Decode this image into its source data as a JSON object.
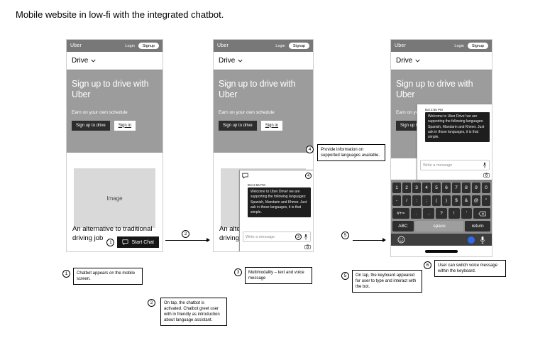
{
  "page_title": "Mobile website in low-fi with the integrated chatbot.",
  "colors": {
    "header_gray": "#787878",
    "hero_gray": "#9c9c9c",
    "bubble_dark": "#1e1e1e",
    "key_dark": "#2e2e2e",
    "accent_blue": "#2e6be8"
  },
  "phone": {
    "brand": "Uber",
    "login_label": "Login",
    "signup_label": "Signup",
    "nav_label": "Drive",
    "hero_title_line1": "Sign up to drive with",
    "hero_title_line2": "Uber",
    "hero_subtitle": "Earn on your own schedule",
    "cta_primary": "Sign up to drive",
    "cta_secondary": "Sign in",
    "image_placeholder": "Image",
    "tagline_line1": "An alternative to traditional",
    "tagline_line2": "driving job",
    "start_chat_label": "Start Chat"
  },
  "chat": {
    "bot_meta": "Bot 2:56 PM",
    "bot_message": "Welcome to Uber Drive! we are supporting the following languages: Spanish, Mandarin and Khmer. Just ask in those languages, it is that simple.",
    "input_placeholder": "Write a message"
  },
  "keyboard": {
    "row1": [
      "1",
      "2",
      "3",
      "4",
      "5",
      "6",
      "7",
      "8",
      "9",
      "0"
    ],
    "row2": [
      "-",
      "/",
      ":",
      ";",
      "(",
      ")",
      "$",
      "&",
      "@",
      "\""
    ],
    "mod": "#+=",
    "row3": [
      ".",
      ",",
      "?",
      "!",
      "'"
    ],
    "abc": "ABC",
    "space": "space",
    "return": "return"
  },
  "annotations": [
    {
      "num": "1",
      "text": "Chatbot appears on the mobile screen."
    },
    {
      "num": "2",
      "text": "On tap, the chatbot is activated. Chatbot greet user with in friendly as introduction about language assistant."
    },
    {
      "num": "3",
      "text": "Multimodality – text and voice message"
    },
    {
      "num": "4",
      "text": "Provide information on supported languages available."
    },
    {
      "num": "5",
      "text": "On tap, the keyboard appeared for user to type and interact with the bot."
    },
    {
      "num": "6",
      "text": "User can switch voice message within the keyboard."
    }
  ]
}
